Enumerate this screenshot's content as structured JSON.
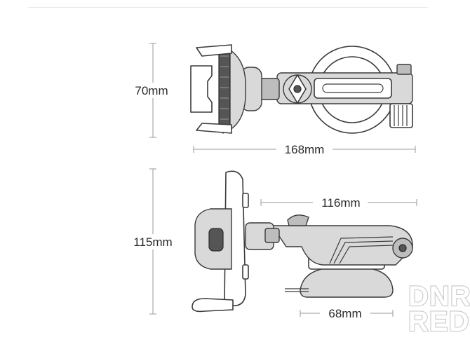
{
  "dimensions": {
    "top_height": "70mm",
    "top_width": "168mm",
    "side_height": "115mm",
    "arm_length": "116mm",
    "base_width": "68mm"
  },
  "watermark": {
    "line1": "DNR",
    "line2": "RED"
  }
}
